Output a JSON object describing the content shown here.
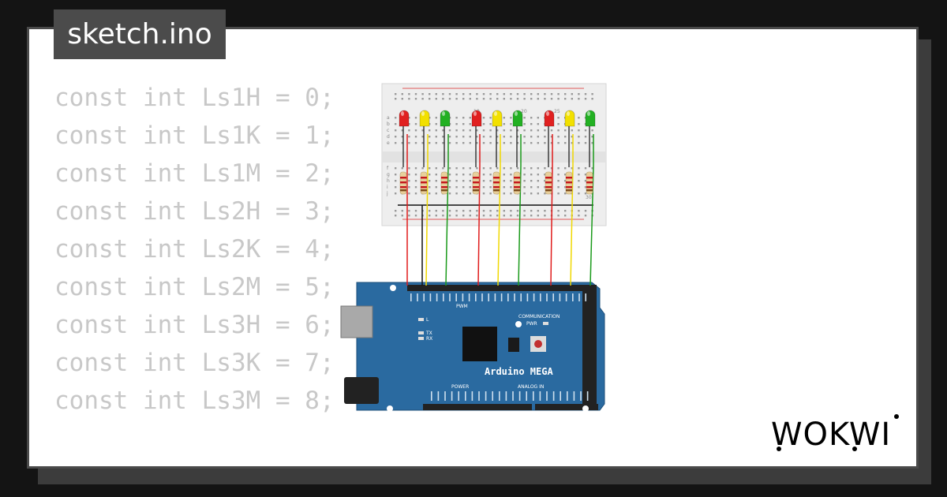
{
  "tab": {
    "filename": "sketch.ino"
  },
  "code_lines": [
    "const int Ls1H = 0;",
    "const int Ls1K = 1;",
    "const int Ls1M = 2;",
    "const int Ls2H = 3;",
    "const int Ls2K = 4;",
    "const int Ls2M = 5;",
    "const int Ls3H = 6;",
    "const int Ls3K = 7;",
    "const int Ls3M = 8;"
  ],
  "breadboard": {
    "column_labels": [
      "10",
      "20",
      "25",
      "30"
    ],
    "row_labels_top": [
      "a",
      "b",
      "c",
      "d",
      "e"
    ],
    "row_labels_bottom": [
      "f",
      "g",
      "h",
      "i",
      "j"
    ]
  },
  "arduino": {
    "board_name": "Arduino MEGA",
    "header_labels": {
      "pwm": "PWM",
      "communication": "COMMUNICATION",
      "power": "POWER",
      "analog_in": "ANALOG IN"
    },
    "led_labels": {
      "l": "L",
      "tx": "TX",
      "rx": "RX",
      "pwr": "PWR"
    }
  },
  "leds": [
    {
      "color": "red"
    },
    {
      "color": "yellow"
    },
    {
      "color": "green"
    },
    {
      "color": "red"
    },
    {
      "color": "yellow"
    },
    {
      "color": "green"
    },
    {
      "color": "red"
    },
    {
      "color": "yellow"
    },
    {
      "color": "green"
    }
  ],
  "brand": {
    "logo": "WOKWI"
  },
  "colors": {
    "background": "#141414",
    "tab": "#4b4b4b",
    "code_text": "#c8c8c8",
    "board_blue": "#2a6aa0",
    "wire_red": "#e01b1b",
    "wire_yellow": "#f0d800",
    "wire_green": "#1a9a1a",
    "wire_black": "#111111"
  }
}
